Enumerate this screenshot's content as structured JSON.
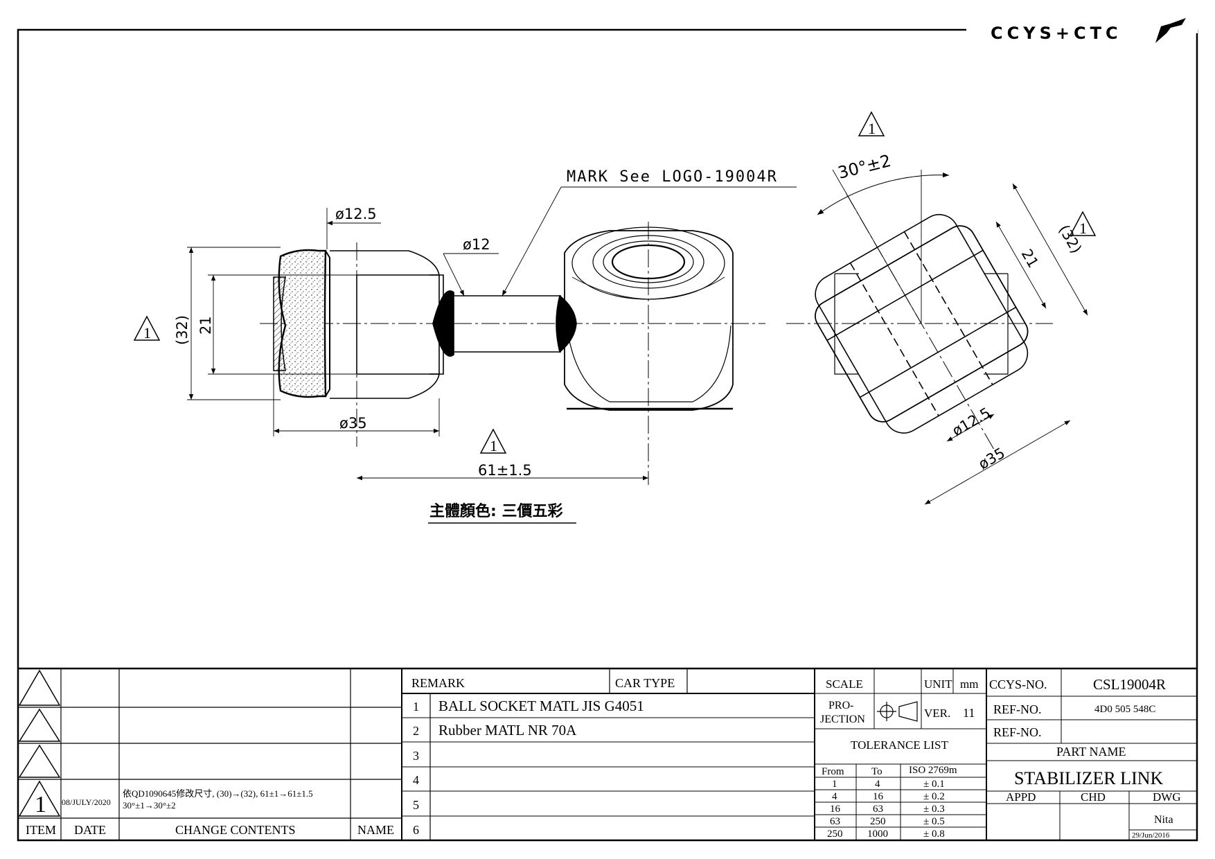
{
  "brand": {
    "logo_text": "CCYS+CTC"
  },
  "drawing": {
    "mark_note": "MARK See LOGO-19004R",
    "color_note": "主體顏色: 三價五彩",
    "rev_symbol": "1",
    "side_view": {
      "dim_d12_5": "ø12.5",
      "dim_d12": "ø12",
      "dim_32": "(32)",
      "dim_21": "21",
      "dim_d35": "ø35",
      "dim_61": "61±1.5"
    },
    "end_view": {
      "dim_angle": "30°±2",
      "dim_32": "(32)",
      "dim_21": "21",
      "dim_d12_5": "ø12.5",
      "dim_d35": "ø35"
    }
  },
  "revision_table": {
    "headers": {
      "item": "ITEM",
      "date": "DATE",
      "change": "CHANGE CONTENTS",
      "name": "NAME"
    },
    "rows": [
      {
        "item": "",
        "date": "",
        "change": "",
        "name": ""
      },
      {
        "item": "",
        "date": "",
        "change": "",
        "name": ""
      },
      {
        "item": "",
        "date": "",
        "change": "",
        "name": ""
      },
      {
        "item": "1",
        "date": "08/JULY/2020",
        "change_line1": "依QD1090645修改尺寸, (30)→(32), 61±1→61±1.5",
        "change_line2": "30°±1→30°±2",
        "name": ""
      }
    ]
  },
  "remarks": {
    "header": "REMARK",
    "car_type_label": "CAR TYPE",
    "car_type_value": "",
    "items": [
      {
        "no": "1",
        "text": "BALL SOCKET MATL JIS G4051"
      },
      {
        "no": "2",
        "text": "Rubber MATL NR 70A"
      },
      {
        "no": "3",
        "text": ""
      },
      {
        "no": "4",
        "text": ""
      },
      {
        "no": "5",
        "text": ""
      },
      {
        "no": "6",
        "text": ""
      }
    ]
  },
  "tolerance": {
    "scale_label": "SCALE",
    "scale_value": "",
    "unit_label": "UNIT",
    "unit_value": "mm",
    "projection_label_1": "PRO-",
    "projection_label_2": "JECTION",
    "ver_label": "VER.",
    "ver_value": "11",
    "title": "TOLERANCE LIST",
    "col_from": "From",
    "col_to": "To",
    "col_std": "ISO 2769m",
    "rows": [
      {
        "from": "1",
        "to": "4",
        "tol": "± 0.1"
      },
      {
        "from": "4",
        "to": "16",
        "tol": "± 0.2"
      },
      {
        "from": "16",
        "to": "63",
        "tol": "± 0.3"
      },
      {
        "from": "63",
        "to": "250",
        "tol": "± 0.5"
      },
      {
        "from": "250",
        "to": "1000",
        "tol": "± 0.8"
      }
    ]
  },
  "title_block": {
    "ccys_no_label": "CCYS-NO.",
    "ccys_no": "CSL19004R",
    "ref_no_label_1": "REF-NO.",
    "ref_no_1": "4D0 505 548C",
    "ref_no_label_2": "REF-NO.",
    "ref_no_2": "",
    "part_name_label": "PART NAME",
    "part_name": "STABILIZER LINK",
    "appd_label": "APPD",
    "chd_label": "CHD",
    "dwg_label": "DWG",
    "appd": "",
    "chd": "",
    "dwg": "Nita",
    "dwg_date": "29/Jun/2016"
  }
}
